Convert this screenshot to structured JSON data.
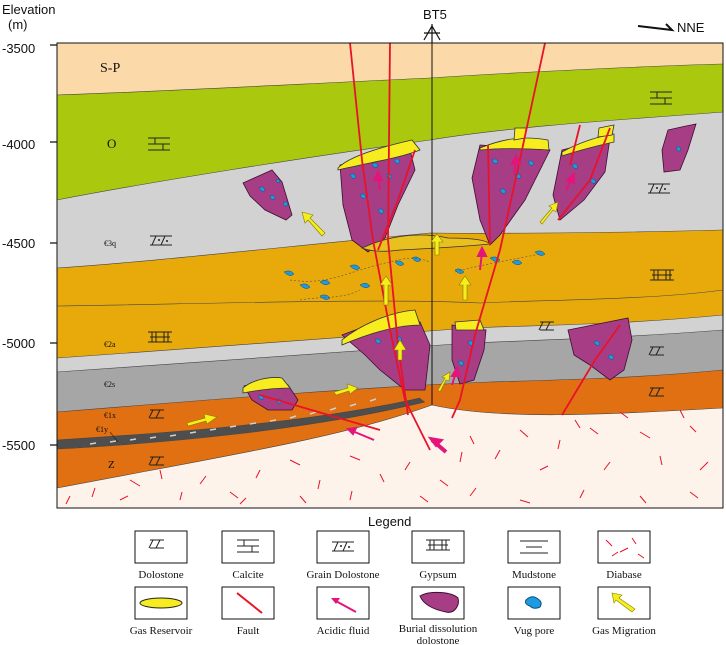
{
  "axis": {
    "title_line1": "Elevation",
    "title_line2": "(m)",
    "ticks": [
      "-3500",
      "-4000",
      "-4500",
      "-5000",
      "-5500"
    ]
  },
  "well": {
    "name": "BT5"
  },
  "orientation": {
    "label": "NNE"
  },
  "formations": {
    "s_p": "S-P",
    "o": "O",
    "e3q": "€3q",
    "e2a": "€2a",
    "e2s": "€2s",
    "e1x": "€1x",
    "e1y": "€1y",
    "z": "Z"
  },
  "legend": {
    "title": "Legend",
    "items": [
      {
        "label": "Dolostone",
        "icon": "dolostone-pattern"
      },
      {
        "label": "Calcite",
        "icon": "calcite-pattern"
      },
      {
        "label": "Grain Dolostone",
        "icon": "grain-dolostone-pattern"
      },
      {
        "label": "Gypsum",
        "icon": "gypsum-pattern"
      },
      {
        "label": "Mudstone",
        "icon": "mudstone-pattern"
      },
      {
        "label": "Diabase",
        "icon": "diabase-pattern"
      },
      {
        "label": "Gas Reservoir",
        "icon": "gas-reservoir-lens"
      },
      {
        "label": "Fault",
        "icon": "fault-line"
      },
      {
        "label": "Acidic fluid",
        "icon": "acidic-fluid-arrow"
      },
      {
        "label": "Burial dissolution dolostone",
        "label_line1": "Burial dissolution",
        "label_line2": "dolostone",
        "icon": "burial-dolostone-blob"
      },
      {
        "label": "Vug pore",
        "icon": "vug-pore"
      },
      {
        "label": "Gas Migration",
        "icon": "gas-migration-arrow"
      }
    ]
  },
  "colors": {
    "s_p": "#fcd9a9",
    "o": "#a9c80e",
    "light_grey": "#d2d2d2",
    "orange": "#e8a90a",
    "deep_orange": "#e07012",
    "mid_grey": "#a6a6a6",
    "dark_band": "#4e4e4e",
    "basement": "#fdf3ea",
    "burial_dolostone": "#a73d85",
    "gas_reservoir": "#f7ec1e",
    "fault": "#e8122a",
    "acid": "#e3157a",
    "vug": "#1e9be0",
    "gas_arrow": "#f3ef1d"
  }
}
